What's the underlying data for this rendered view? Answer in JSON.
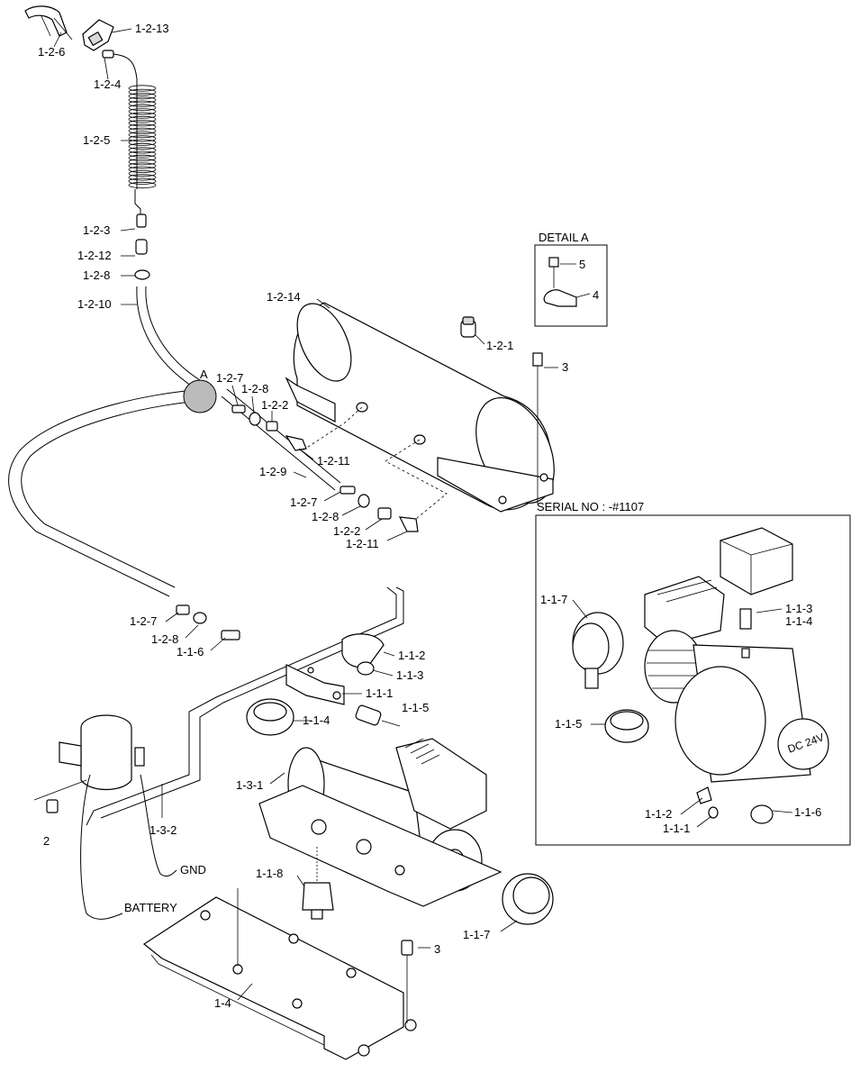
{
  "labels": {
    "l_1_2_6": "1-2-6",
    "l_1_2_13": "1-2-13",
    "l_1_2_4": "1-2-4",
    "l_1_2_5": "1-2-5",
    "l_1_2_3": "1-2-3",
    "l_1_2_12": "1-2-12",
    "l_1_2_8a": "1-2-8",
    "l_1_2_10": "1-2-10",
    "l_1_2_14": "1-2-14",
    "l_1_2_1": "1-2-1",
    "l_3a": "3",
    "l_A": "A",
    "l_1_2_7a": "1-2-7",
    "l_1_2_8b": "1-2-8",
    "l_1_2_2a": "1-2-2",
    "l_1_2_11a": "1-2-11",
    "l_1_2_9": "1-2-9",
    "l_1_2_7b": "1-2-7",
    "l_1_2_8c": "1-2-8",
    "l_1_2_2b": "1-2-2",
    "l_1_2_11b": "1-2-11",
    "l_1_2_7c": "1-2-7",
    "l_1_2_8d": "1-2-8",
    "l_1_1_6a": "1-1-6",
    "l_1_1_2a": "1-1-2",
    "l_1_1_3a": "1-1-3",
    "l_1_1_1a": "1-1-1",
    "l_1_1_5a": "1-1-5",
    "l_1_1_4a": "1-1-4",
    "l_1_3_1": "1-3-1",
    "l_2": "2",
    "l_1_3_2": "1-3-2",
    "l_gnd": "GND",
    "l_battery": "BATTERY",
    "l_1_1_8": "1-1-8",
    "l_1_1_7a": "1-1-7",
    "l_3b": "3",
    "l_1_4": "1-4"
  },
  "detail_a": {
    "title": "DETAIL A",
    "l5": "5",
    "l4": "4"
  },
  "serial_box": {
    "title": "SERIAL NO : -#1107",
    "l_1_1_7": "1-1-7",
    "l_1_1_3": "1-1-3",
    "l_1_1_4": "1-1-4",
    "l_1_1_5": "1-1-5",
    "l_1_1_2": "1-1-2",
    "l_1_1_1": "1-1-1",
    "l_1_1_6": "1-1-6",
    "badge": "DC 24V"
  }
}
